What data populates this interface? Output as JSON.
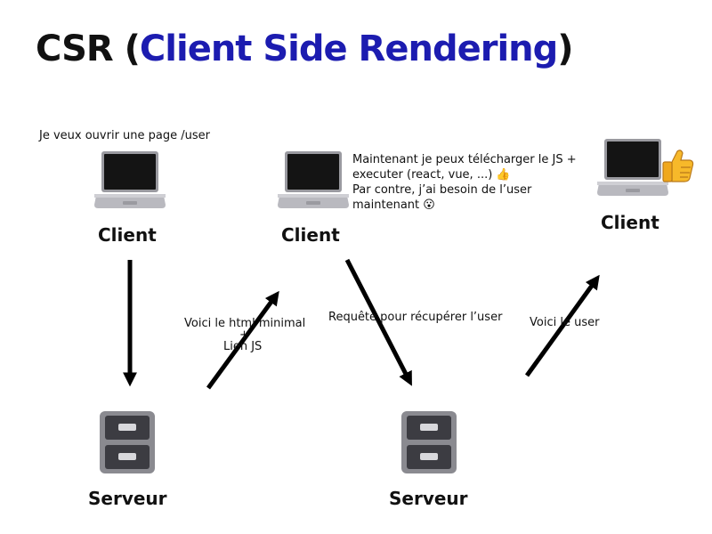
{
  "title": {
    "part1": "CSR (",
    "part2": "Client Side Rendering",
    "part3": ")"
  },
  "nodes": {
    "client1": "Client",
    "client2": "Client",
    "client3": "Client",
    "server1": "Serveur",
    "server2": "Serveur"
  },
  "notes": {
    "client1": "Je veux ouvrir une page /user",
    "client2_line1": "Maintenant je peux télécharger le JS +",
    "client2_line2": "executer (react, vue, ...) 👍",
    "client2_line3": "Par contre, j’ai besoin de l’user",
    "client2_line4": "maintenant 😮"
  },
  "edges": {
    "response1_line1": "Voici le html minimal",
    "response1_line2": "+",
    "response1_line3": "Lien JS",
    "request2": "Requête pour récupérer l’user",
    "response2": "Voici le user"
  },
  "icons": {
    "client": "laptop-icon",
    "server": "file-cabinet-icon",
    "approval": "thumbs-up-icon"
  },
  "colors": {
    "accent": "#1c1cb0",
    "text": "#111111"
  }
}
